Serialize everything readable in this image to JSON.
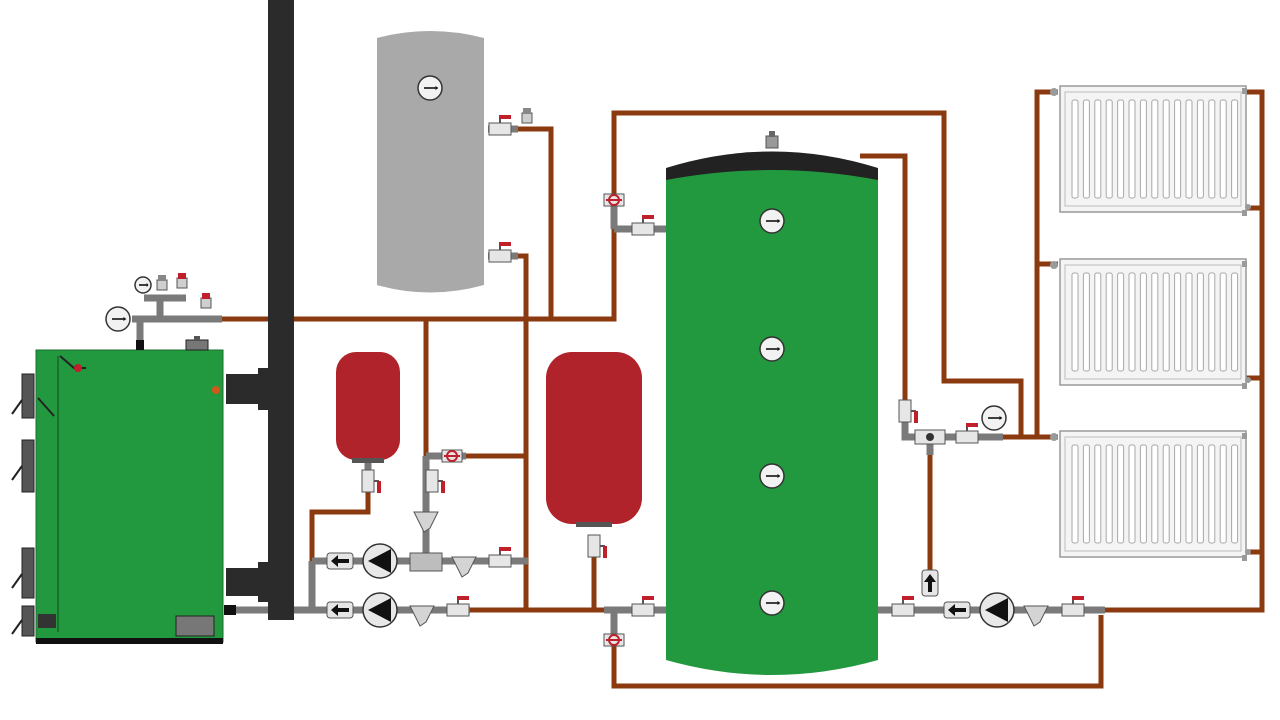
{
  "colors": {
    "background": "#ffffff",
    "pipe_copper": "#8b3a0f",
    "pipe_gray": "#7a7a7a",
    "chimney": "#2b2b2b",
    "boiler_green": "#22993f",
    "buffer_tank_green": "#22993f",
    "buffer_tank_cap": "#222222",
    "dhw_tank_gray": "#a9a9a9",
    "expansion_vessel_red": "#b0232b",
    "valve_handle_red": "#c0202a",
    "radiator_fill": "#f4f4f4",
    "radiator_stroke": "#999999",
    "pump_fill": "#e8e8e8"
  },
  "components": {
    "boiler": "solid-fuel-boiler",
    "chimney": "flue-pipe",
    "dhw_tank": "hot-water-cylinder",
    "buffer_tank": "heat-accumulator",
    "expansion_vessels": 2,
    "radiators": 3,
    "pumps": 3,
    "thermometers_on_buffer": 4
  },
  "icons": {
    "gauge": "thermometer-icon",
    "pump": "circulation-pump-icon",
    "valve": "ball-valve-icon",
    "check_valve": "check-valve-icon",
    "strainer": "y-strainer-icon",
    "air_vent": "air-vent-icon"
  }
}
